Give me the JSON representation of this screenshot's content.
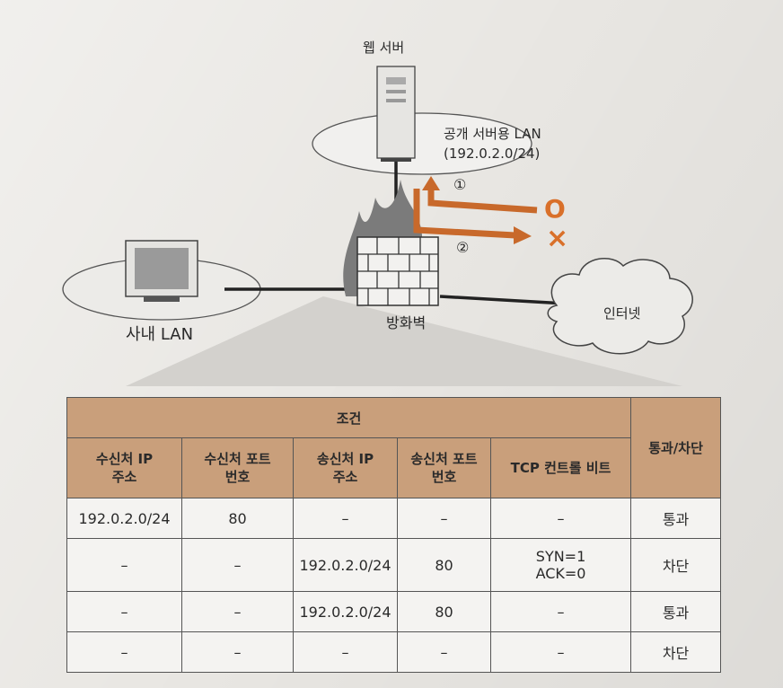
{
  "diagram": {
    "web_server_label": "웹 서버",
    "public_lan_label": "공개 서버용 LAN",
    "public_lan_subnet": "(192.0.2.0/24)",
    "firewall_label": "방화벽",
    "corporate_lan_label": "사내 LAN",
    "internet_label": "인터넷",
    "flow_1_marker": "①",
    "flow_2_marker": "②",
    "flow_1_result": "O",
    "flow_2_result": "×",
    "arrow_color": "#c8692b"
  },
  "table": {
    "group_header": "조건",
    "result_header": "통과/차단",
    "columns": [
      "수신처 IP\n주소",
      "수신처 포트\n번호",
      "송신처 IP\n주소",
      "송신처 포트\n번호",
      "TCP 컨트롤 비트"
    ],
    "rows": [
      [
        "192.0.2.0/24",
        "80",
        "–",
        "–",
        "–",
        "통과"
      ],
      [
        "–",
        "–",
        "192.0.2.0/24",
        "80",
        "SYN=1\nACK=0",
        "차단"
      ],
      [
        "–",
        "–",
        "192.0.2.0/24",
        "80",
        "–",
        "통과"
      ],
      [
        "–",
        "–",
        "–",
        "–",
        "–",
        "차단"
      ]
    ],
    "header_color": "#c99f7b"
  }
}
